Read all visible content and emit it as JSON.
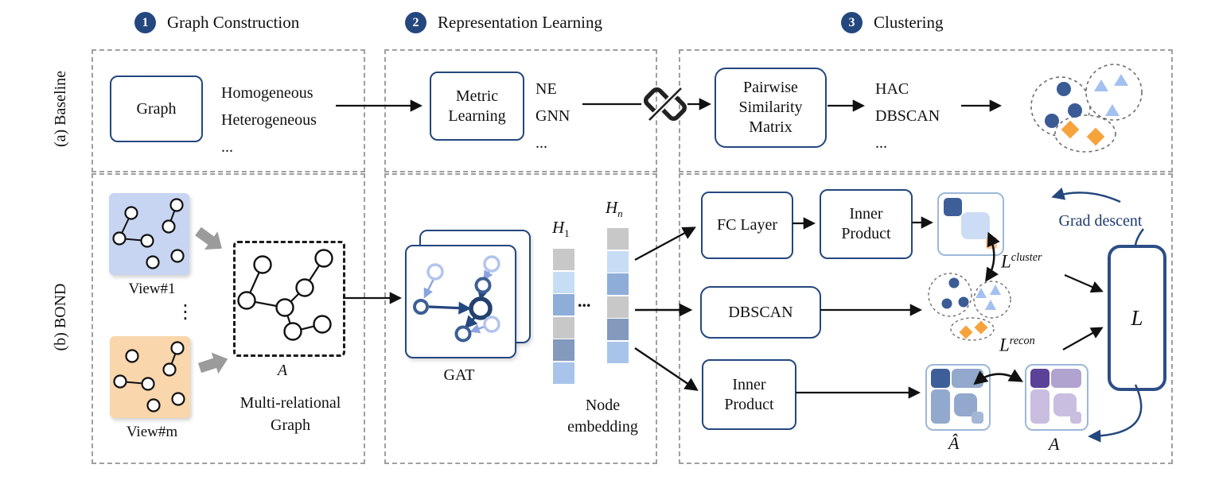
{
  "steps": [
    {
      "num": "1",
      "title": "Graph Construction"
    },
    {
      "num": "2",
      "title": "Representation Learning"
    },
    {
      "num": "3",
      "title": "Clustering"
    }
  ],
  "row_labels": {
    "baseline": "(a) Baseline",
    "bond": "(b) BOND"
  },
  "baseline": {
    "graph_box": "Graph",
    "graph_types": [
      "Homogeneous",
      "Heterogeneous",
      "..."
    ],
    "metric_learning": [
      "Metric",
      "Learning"
    ],
    "embed_methods": [
      "NE",
      "GNN",
      "..."
    ],
    "pairwise": [
      "Pairwise",
      "Similarity",
      "Matrix"
    ],
    "cluster_algos": [
      "HAC",
      "DBSCAN",
      "..."
    ]
  },
  "bond": {
    "view1": "View#1",
    "view_dots": "⋮",
    "viewm": "View#m",
    "adjacency": "A",
    "multi_relational": [
      "Multi-relational",
      "Graph"
    ],
    "gat": "GAT",
    "h1": {
      "base": "H",
      "sub": "1"
    },
    "hn": {
      "base": "H",
      "sub": "n"
    },
    "h_dots": "...",
    "node_embedding": [
      "Node",
      "embedding"
    ],
    "fc_layer": "FC Layer",
    "inner_product": [
      "Inner",
      "Product"
    ],
    "dbscan": "DBSCAN",
    "l_cluster": {
      "base": "L",
      "sup": "cluster"
    },
    "l_recon": {
      "base": "L",
      "sup": "recon"
    },
    "a_hat": "Â",
    "a": "A",
    "loss": "L",
    "grad_descent": "Grad descent"
  },
  "colors": {
    "navy": "#24477e",
    "panel_dash": "#9f9f9f",
    "dark_blue_dot": "#3a5b94",
    "light_blue_triangle": "#a4c0f0",
    "orange_diamond": "#f7a33c",
    "view1_bg": "#c7d5f2",
    "viewm_bg": "#f9d6ab",
    "gray_arrow": "#9b9b9b",
    "embedding": [
      "#c8c8c8",
      "#c7ddf5",
      "#8fadd9",
      "#c8c8c8",
      "#8399bd",
      "#a9c4ea"
    ],
    "matrix_border": "#9db8d9",
    "cluster_matrix": {
      "corner": "#3d5e99",
      "center": "#ccdcf5",
      "noise": "#f6c49a"
    },
    "a_hat_matrix": {
      "corner": "#3d5e99",
      "cells": "#92a8cc",
      "light": "#a5b7d4"
    },
    "a_matrix": {
      "corner": "#5b4197",
      "cells": "#b1a3cf",
      "light": "#c9bee0"
    },
    "grad_text": "#1c3a6e"
  }
}
